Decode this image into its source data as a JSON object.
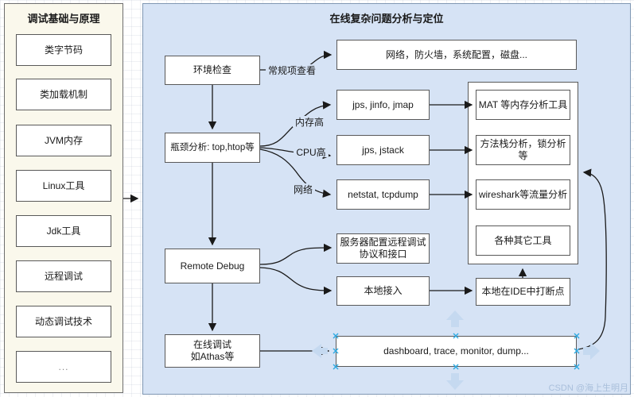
{
  "left_panel": {
    "title": "调试基础与原理",
    "items": [
      "类字节码",
      "类加载机制",
      "JVM内存",
      "Linux工具",
      "Jdk工具",
      "远程调试",
      "动态调试技术",
      "..."
    ]
  },
  "right_panel": {
    "title": "在线复杂问题分析与定位",
    "flow": {
      "env_check": "环境检查",
      "bottleneck": "瓶颈分析: top,htop等",
      "remote_debug": "Remote Debug",
      "online_debug": {
        "line1": "在线调试",
        "line2": "如Athas等"
      }
    },
    "edge_labels": {
      "regular_check": "常规项查看",
      "memory_high": "内存高",
      "cpu_high": "CPU高",
      "network": "网络"
    },
    "nodes": {
      "network_fw": "网络，防火墙，系统配置，磁盘...",
      "jmap": "jps, jinfo, jmap",
      "jstack": "jps, jstack",
      "netstat": "netstat, tcpdump",
      "server_cfg": {
        "line1": "服务器配置远程调试",
        "line2": "协议和接口"
      },
      "local_access": "本地接入",
      "local_ide": "本地在IDE中打断点",
      "dashboard": "dashboard, trace, monitor, dump..."
    },
    "tools": {
      "mat": "MAT 等内存分析工具",
      "method_stack": "方法栈分析，锁分析等",
      "wireshark": "wireshark等流量分析",
      "other": "各种其它工具"
    }
  },
  "watermark": "CSDN @海上生明月",
  "colors": {
    "left_panel_fill": "#faf8ec",
    "right_panel_fill": "#d6e3f5",
    "right_panel_stroke": "#7f97b3",
    "box_stroke": "#595959",
    "arrow": "#1a1a1a",
    "hover_arrow": "#c5d9f0",
    "selection_handle": "#2da9e1"
  }
}
